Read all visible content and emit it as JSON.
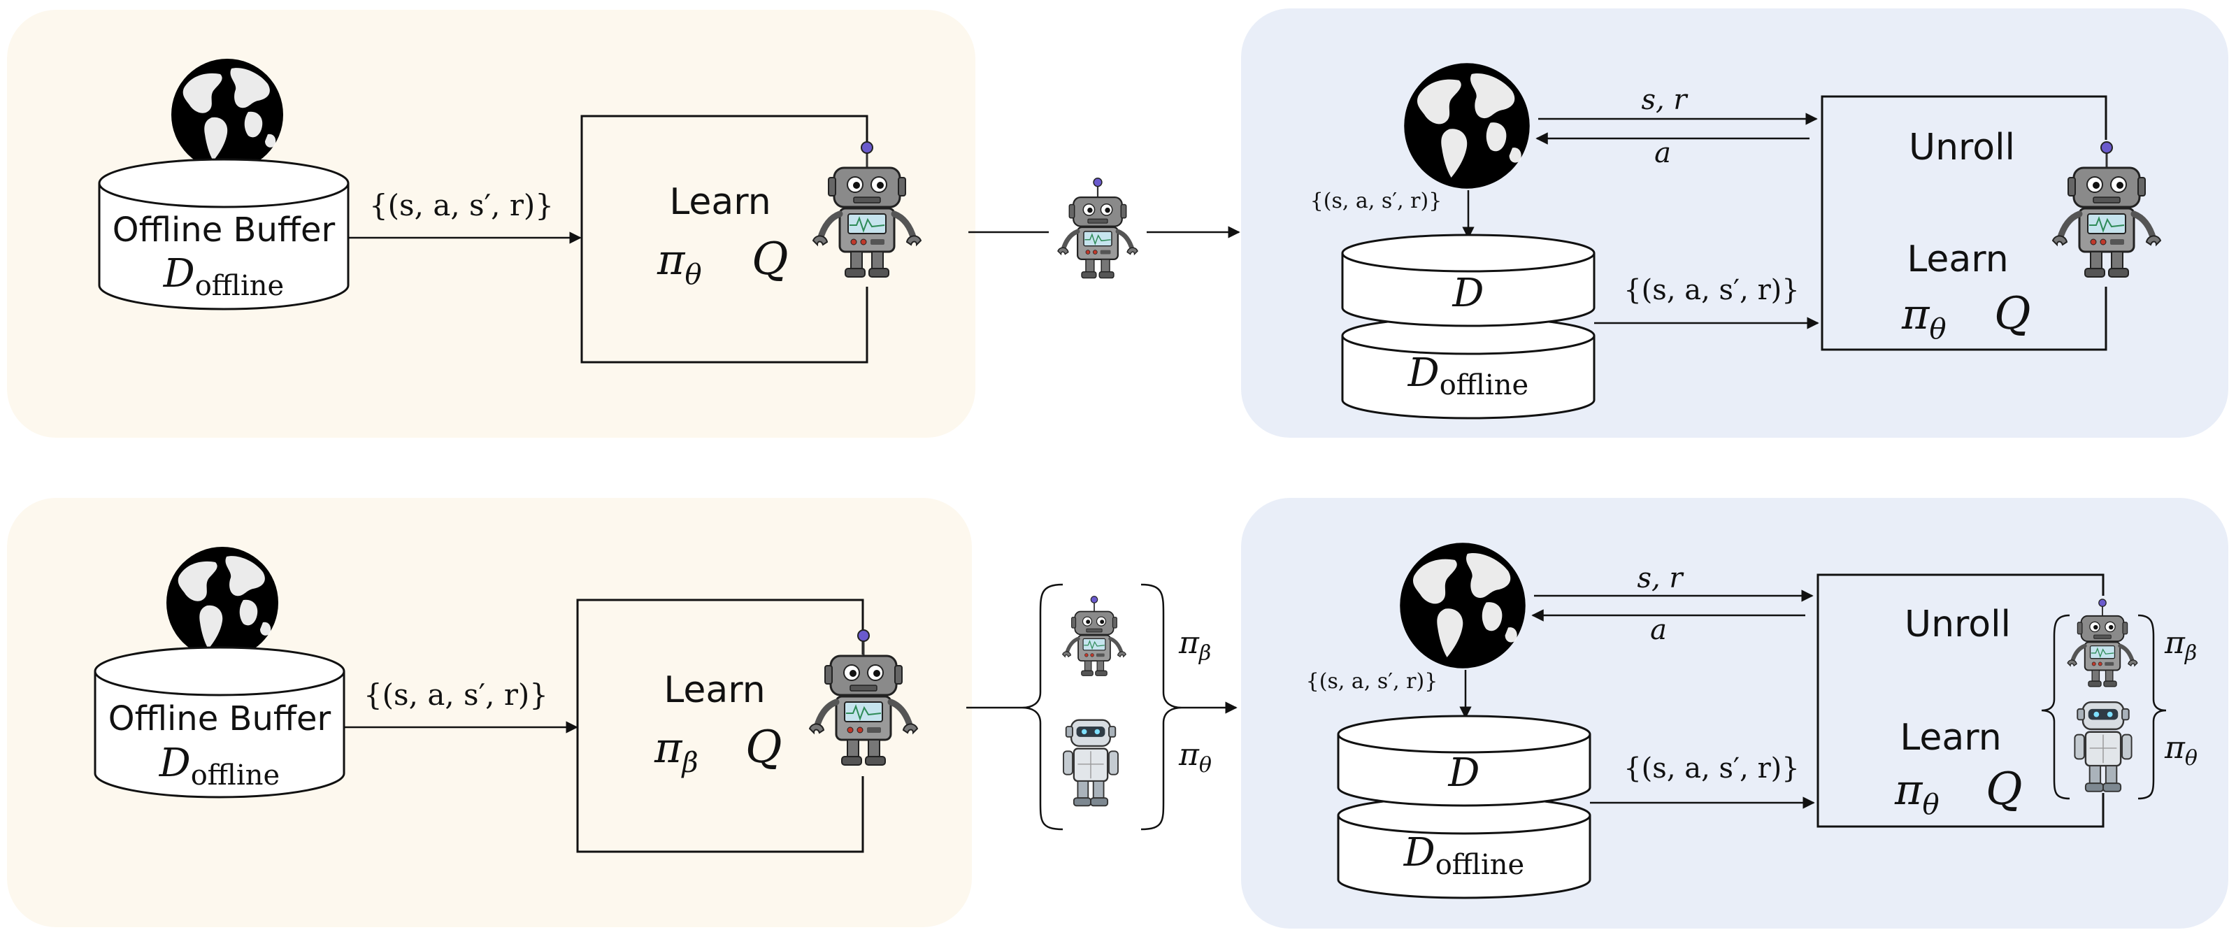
{
  "colors": {
    "offline_panel": "#FDF8EE",
    "online_panel": "#E9EEF8",
    "line": "#111111",
    "globe_faded": "#D9D9D9",
    "globe_dark": "#808080",
    "robot_gray": "#8A8A8A",
    "robot_screen": "#C6E4EE",
    "antenna_ball": "#6A5ACD"
  },
  "top": {
    "offline": {
      "buffer_label": "Offline Buffer",
      "buffer_symbol": "D",
      "buffer_sub": "offline",
      "transition_label": "{(s, a, s′, r)}",
      "learn_label": "Learn",
      "policy": "π",
      "policy_sub": "θ",
      "q": "Q",
      "globe_icon": "globe-icon",
      "robot_icon": "robot-icon"
    },
    "online": {
      "state_reward": "s, r",
      "action": "a",
      "globe_transition": "{(s, a, s′, r)}",
      "db_top_symbol": "D",
      "db_bottom_symbol": "D",
      "db_bottom_sub": "offline",
      "transition_label": "{(s, a, s′, r)}",
      "unroll_label": "Unroll",
      "learn_label": "Learn",
      "policy": "π",
      "policy_sub": "θ",
      "q": "Q"
    }
  },
  "bottom": {
    "offline": {
      "buffer_label": "Offline Buffer",
      "buffer_symbol": "D",
      "buffer_sub": "offline",
      "transition_label": "{(s, a, s′, r)}",
      "learn_label": "Learn",
      "policy": "π",
      "policy_sub": "β",
      "q": "Q"
    },
    "bracket": {
      "beta_label": "π",
      "beta_sub": "β",
      "theta_label": "π",
      "theta_sub": "θ"
    },
    "online": {
      "state_reward": "s, r",
      "action": "a",
      "globe_transition": "{(s, a, s′, r)}",
      "db_top_symbol": "D",
      "db_bottom_symbol": "D",
      "db_bottom_sub": "offline",
      "transition_label": "{(s, a, s′, r)}",
      "unroll_label": "Unroll",
      "learn_label": "Learn",
      "policy": "π",
      "policy_sub": "θ",
      "q": "Q",
      "right_beta": "π",
      "right_beta_sub": "β",
      "right_theta": "π",
      "right_theta_sub": "θ"
    }
  }
}
